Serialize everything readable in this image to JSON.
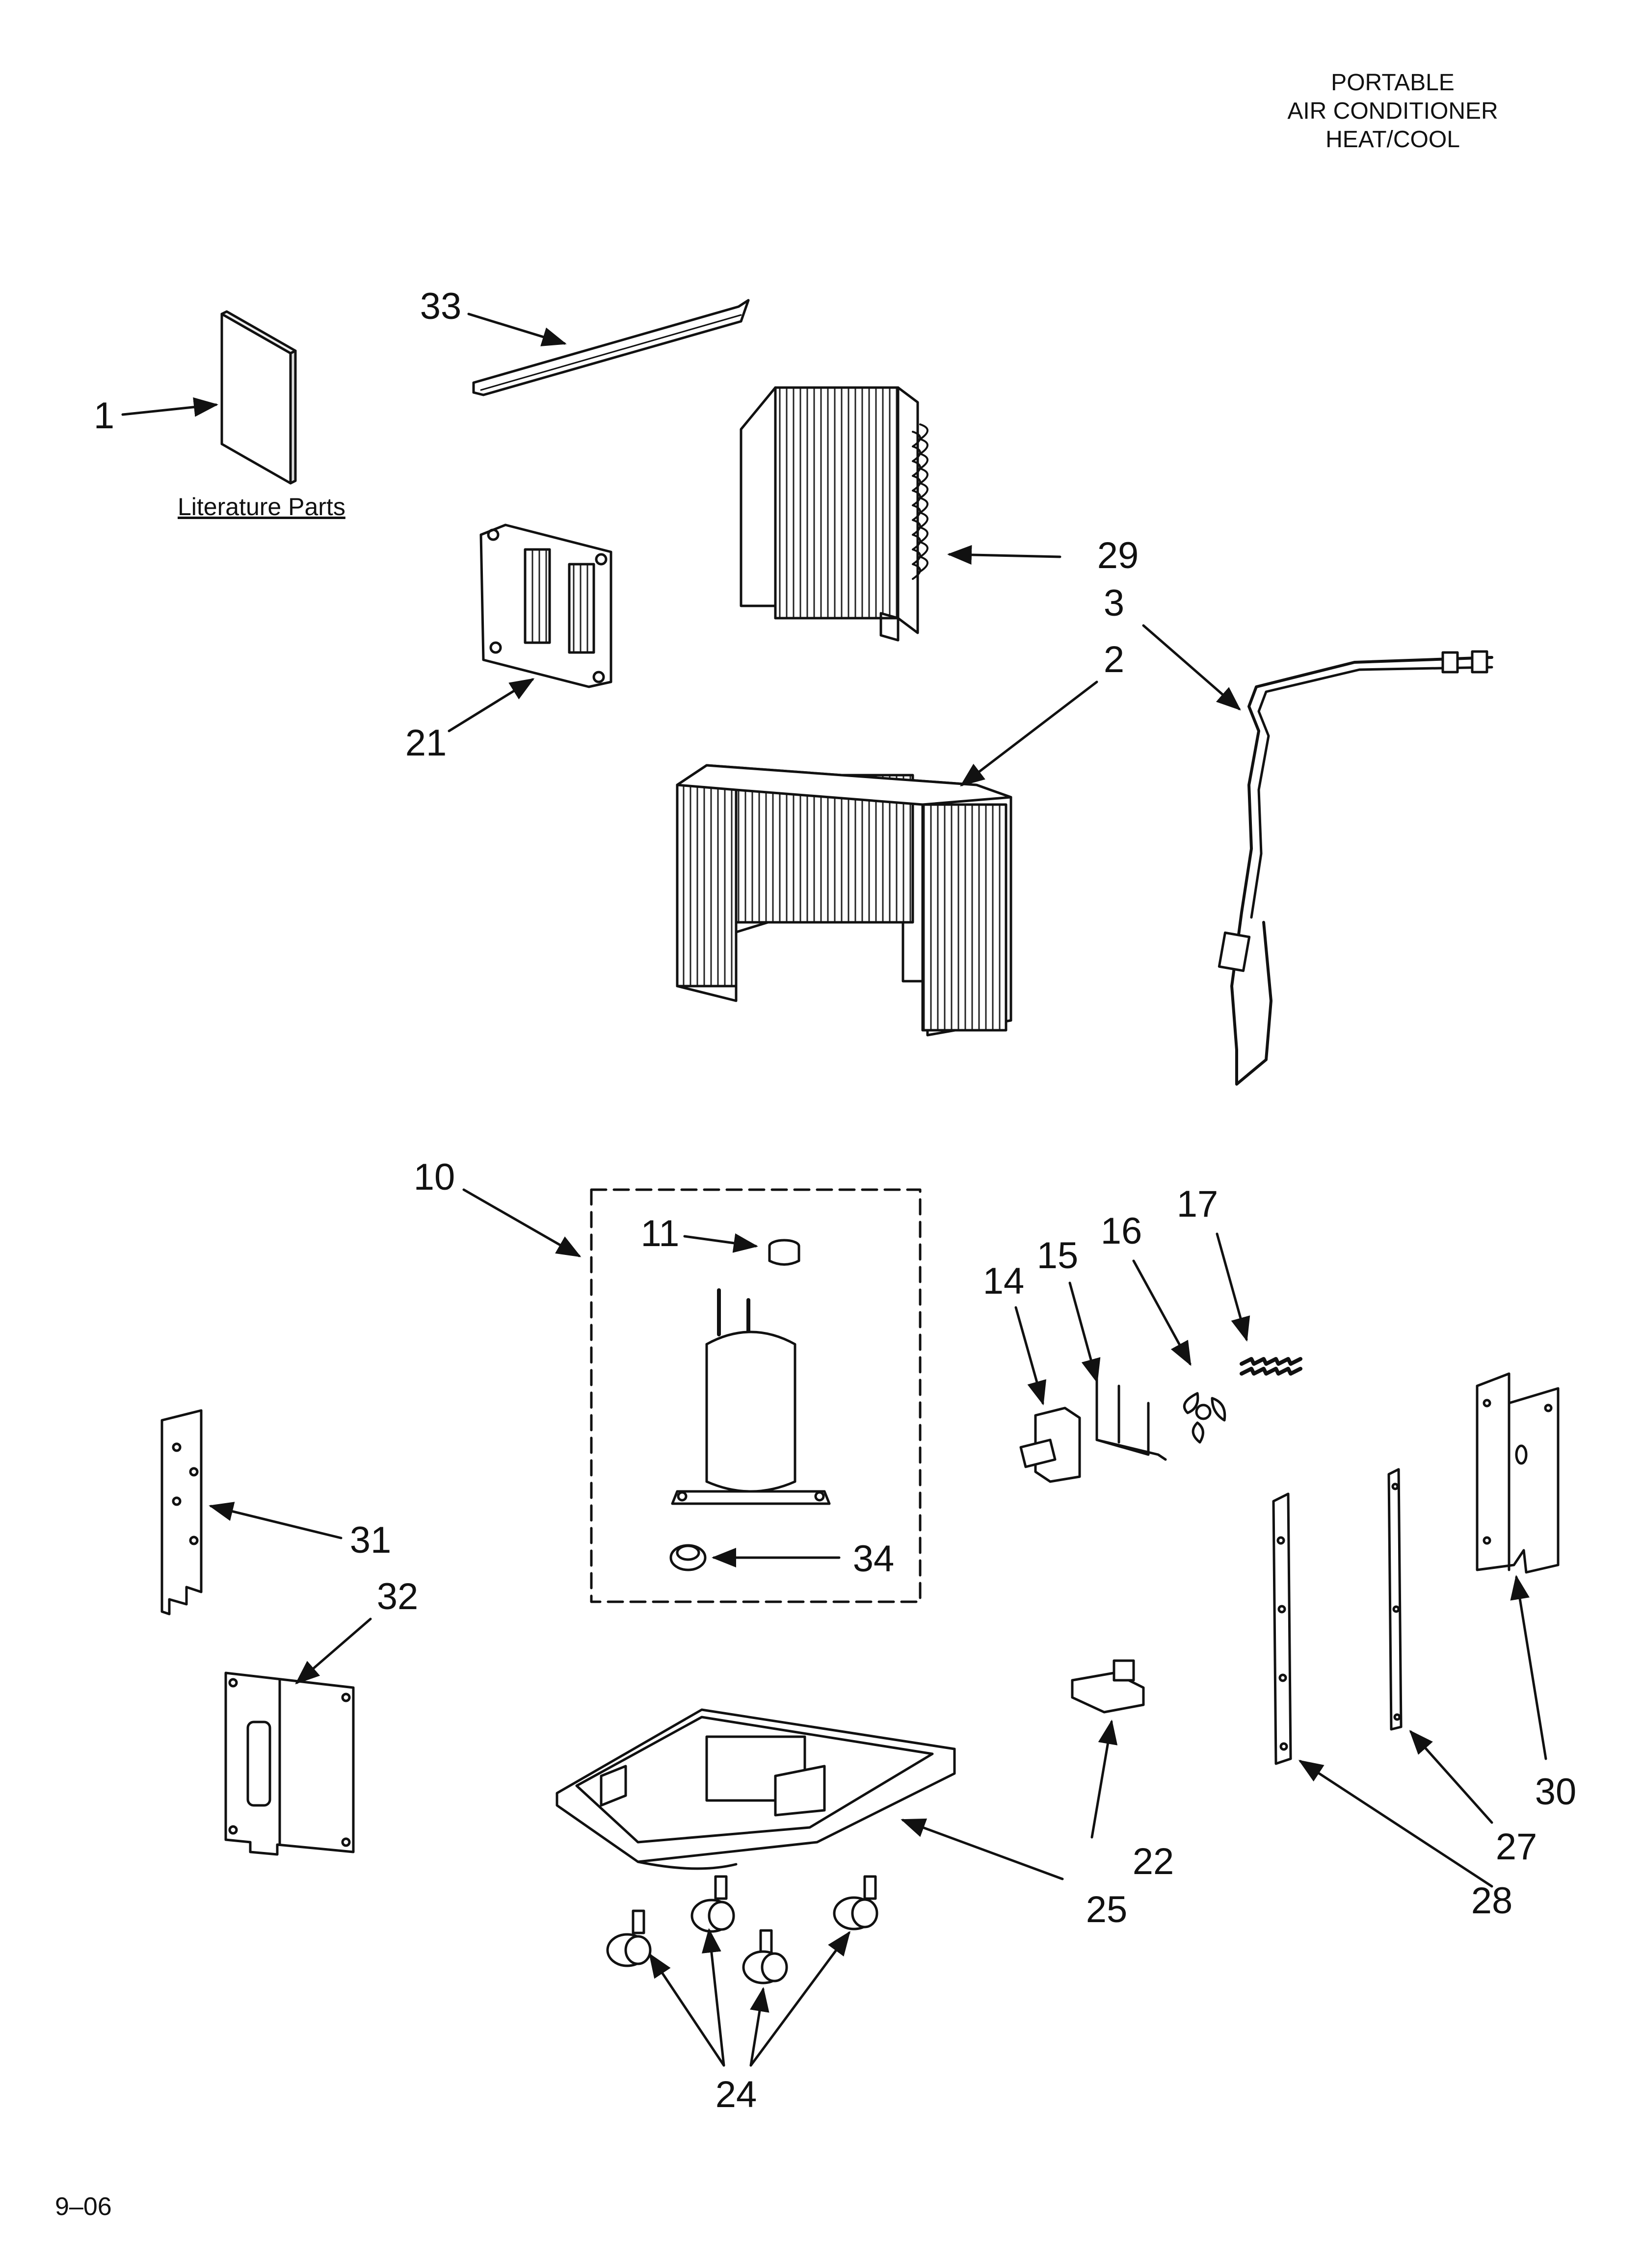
{
  "header": {
    "line1": "PORTABLE",
    "line2": "AIR CONDITIONER",
    "line3": "HEAT/COOL"
  },
  "literature_label": "Literature Parts",
  "date_code": "9–06",
  "callouts": {
    "c1": "1",
    "c2": "2",
    "c3": "3",
    "c10": "10",
    "c11": "11",
    "c14": "14",
    "c15": "15",
    "c16": "16",
    "c17": "17",
    "c21": "21",
    "c22": "22",
    "c24": "24",
    "c25": "25",
    "c27": "27",
    "c28": "28",
    "c29": "29",
    "c30": "30",
    "c31": "31",
    "c32": "32",
    "c33": "33",
    "c34": "34"
  }
}
